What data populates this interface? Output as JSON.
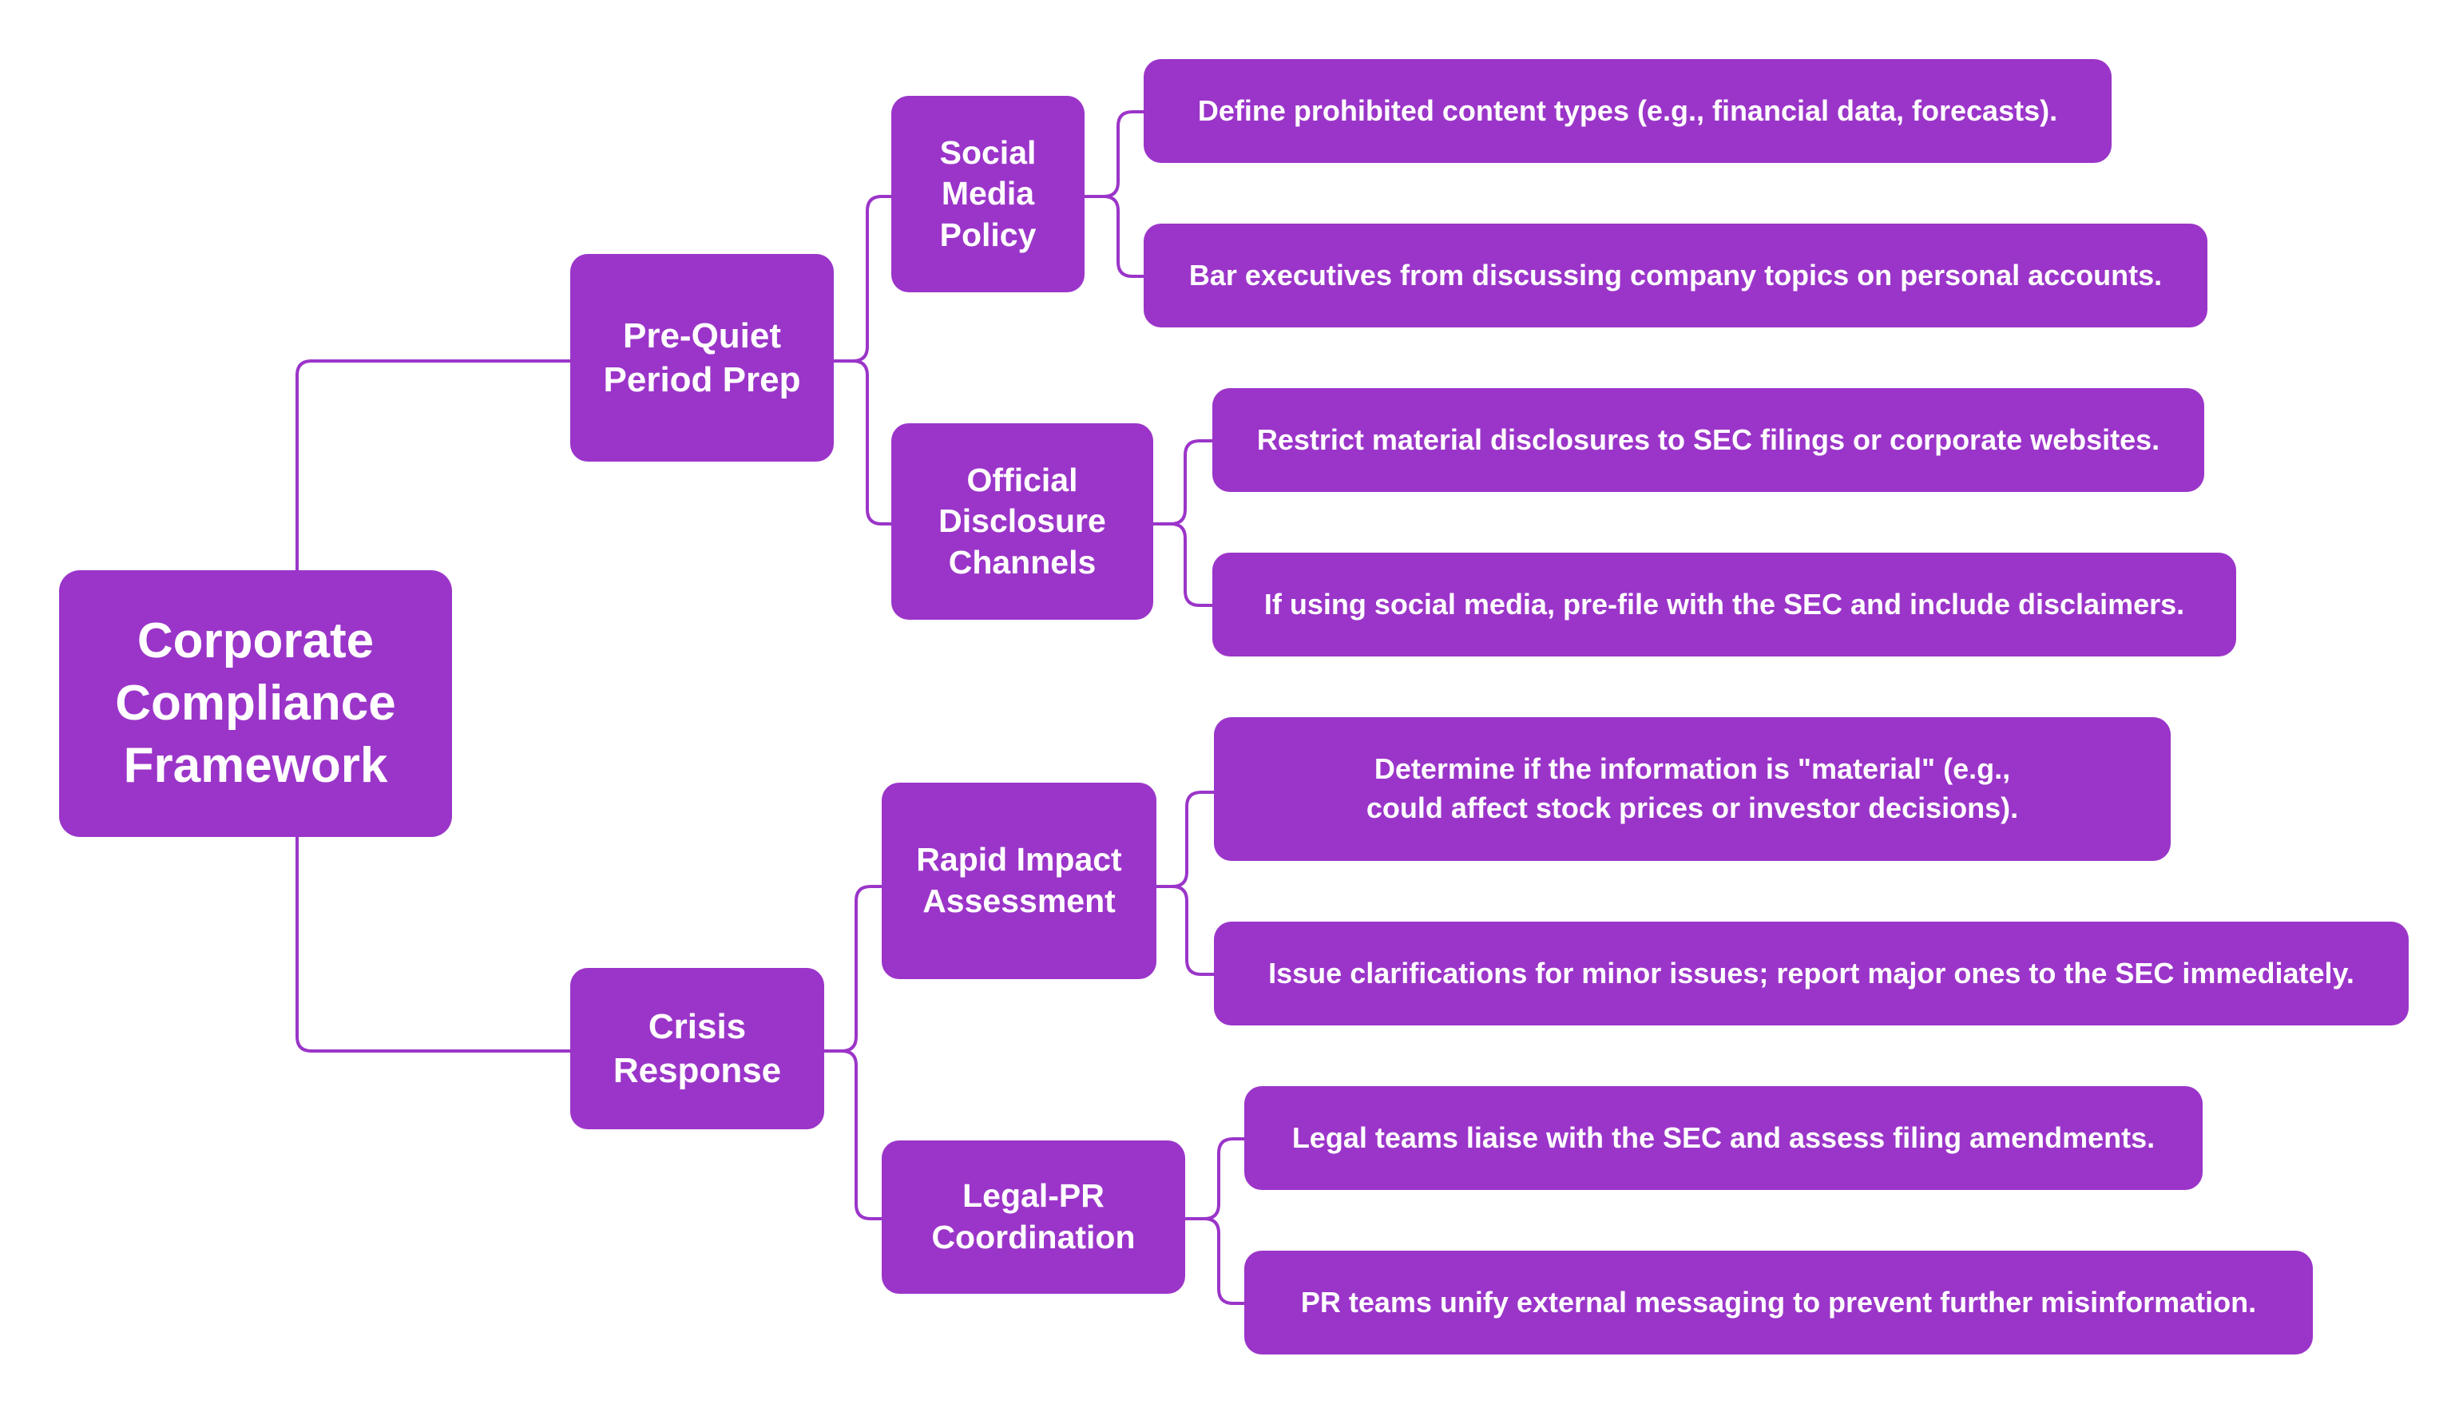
{
  "colors": {
    "node_fill": "#9b35c9",
    "connector": "#9b35c9",
    "text": "#ffffff",
    "background": "#ffffff"
  },
  "root": {
    "label": "Corporate Compliance Framework"
  },
  "branches": [
    {
      "label": "Pre-Quiet Period Prep",
      "children": [
        {
          "label": "Social Media Policy",
          "leaves": [
            "Define prohibited content types (e.g., financial data, forecasts).",
            "Bar executives from discussing company topics on personal accounts."
          ]
        },
        {
          "label": "Official Disclosure Channels",
          "leaves": [
            "Restrict material disclosures to SEC filings or corporate websites.",
            "If using social media, pre-file with the SEC and include disclaimers."
          ]
        }
      ]
    },
    {
      "label": "Crisis Response",
      "children": [
        {
          "label": "Rapid Impact Assessment",
          "leaves": [
            "Determine if the information is \"material\" (e.g., could affect stock prices or investor decisions).",
            "Issue clarifications for minor issues; report major ones to the SEC immediately."
          ]
        },
        {
          "label": "Legal-PR Coordination",
          "leaves": [
            "Legal teams liaise with the SEC and assess filing amendments.",
            "PR teams unify external messaging to prevent further misinformation."
          ]
        }
      ]
    }
  ]
}
